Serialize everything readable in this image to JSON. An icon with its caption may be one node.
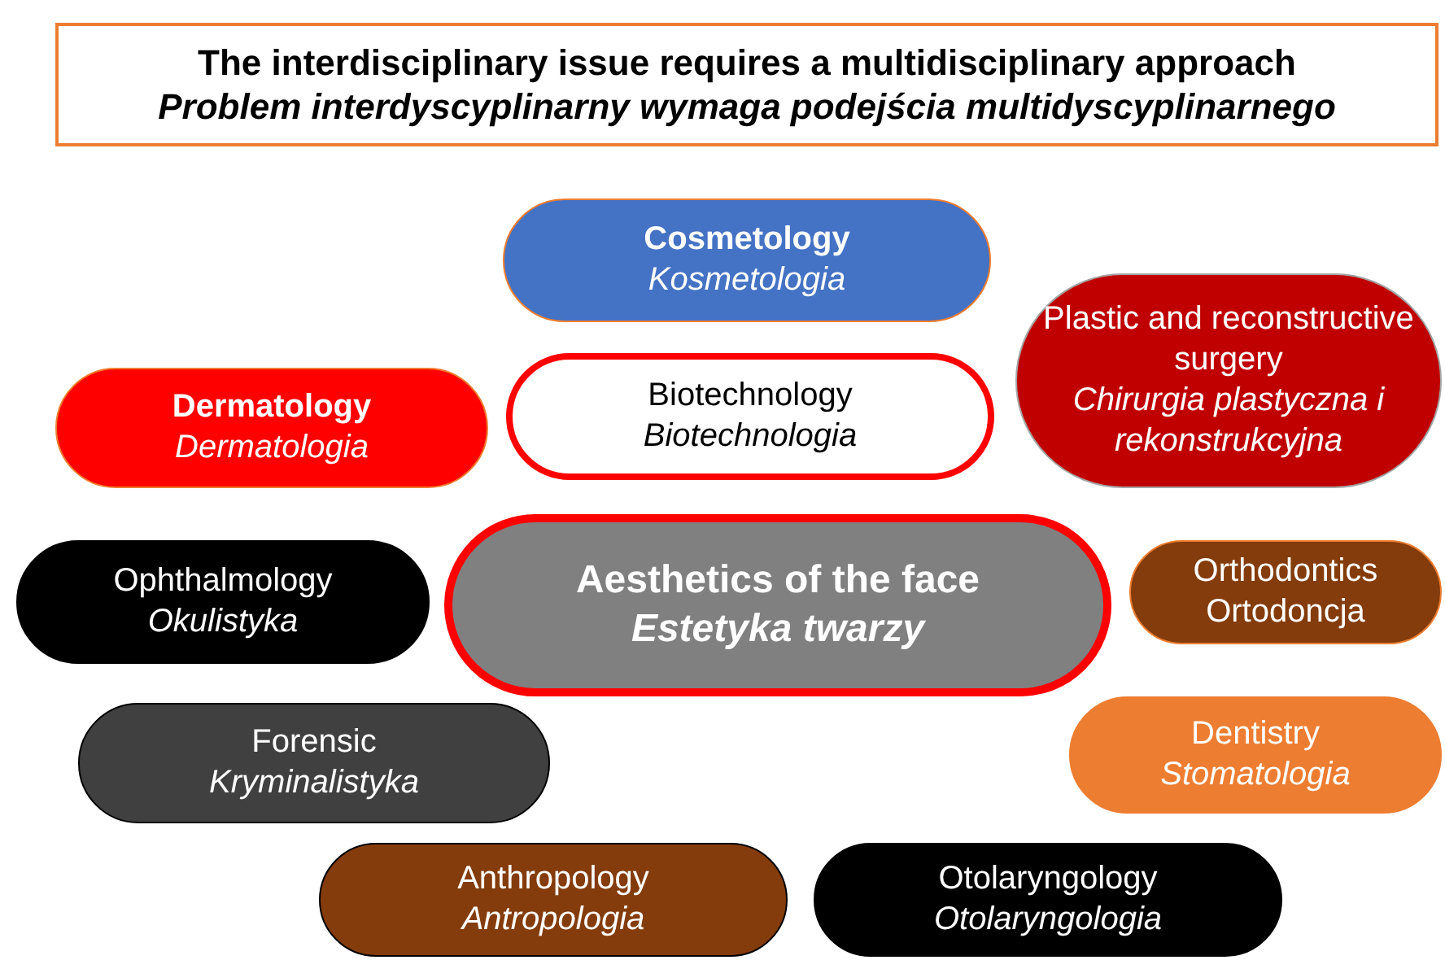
{
  "diagram": {
    "nodes": [
      {
        "text": [
          "The interdisciplinary issue requires a multidisciplinary approach",
          "Problem interdyscyplinarny wymaga podejścia multidyscyplinarnego"
        ]
      },
      {
        "text": [
          "Cosmetology",
          "Kosmetologia"
        ]
      },
      {
        "text": [
          "Plastic and reconstructive surgery",
          "Chirurgia plastyczna i rekonstrukcyjna"
        ]
      },
      {
        "text": [
          "Dermatology",
          "Dermatologia"
        ]
      },
      {
        "text": [
          "Biotechnology",
          "Biotechnologia"
        ]
      },
      {
        "text": [
          "Ophthalmology",
          "Okulistyka"
        ]
      },
      {
        "text": [
          "Aesthetics of the face",
          "Estetyka twarzy"
        ]
      },
      {
        "text": [
          "Orthodontics",
          "Ortodoncja"
        ]
      },
      {
        "text": [
          "Forensic",
          "Kryminalistyka"
        ]
      },
      {
        "text": [
          "Dentistry",
          "Stomatologia"
        ]
      },
      {
        "text": [
          "Anthropology",
          "Antropologia"
        ]
      },
      {
        "text": [
          "Otolaryngology",
          "Otolaryngologia"
        ]
      }
    ]
  }
}
